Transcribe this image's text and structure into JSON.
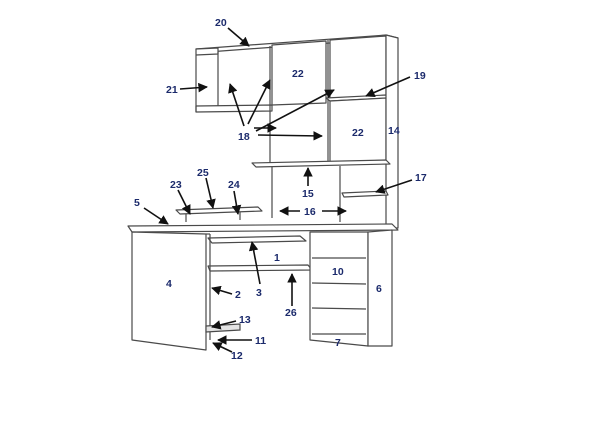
{
  "diagram": {
    "labels": {
      "l1": "1",
      "l2": "2",
      "l3": "3",
      "l4": "4",
      "l5": "5",
      "l6": "6",
      "l7": "7",
      "l10": "10",
      "l11": "11",
      "l12": "12",
      "l13": "13",
      "l14": "14",
      "l15": "15",
      "l16": "16",
      "l17": "17",
      "l18": "18",
      "l19": "19",
      "l20": "20",
      "l21": "21",
      "l22a": "22",
      "l22b": "22",
      "l23": "23",
      "l24": "24",
      "l25": "25",
      "l26": "26"
    }
  },
  "colors": {
    "line": "#4a4a4a",
    "label": "#1b2a6b",
    "arrow": "#111111"
  }
}
